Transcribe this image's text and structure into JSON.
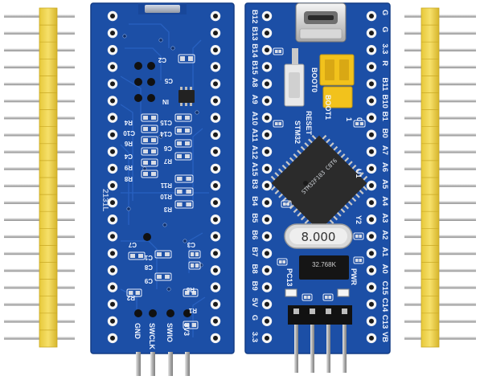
{
  "colors": {
    "pcb": "#1c4fa6",
    "pcb_dark": "#163f8a",
    "pin_plastic": "#f1d64a",
    "pin_metal": "#c9c9c9",
    "pad": "#f5f5f5",
    "silk": "#f2f6ff",
    "chip": "#2b2b2b",
    "jumper": "#f2c21c"
  },
  "left_board": {
    "labels": {
      "c2": "C2",
      "c5": "C5",
      "r4": "R4",
      "c10": "C10",
      "r6": "R6",
      "c4": "C4",
      "r9": "R9",
      "r8": "R8",
      "c15": "C15",
      "c14": "C14",
      "c6": "C6",
      "r7": "R7",
      "r11": "R11",
      "r10": "R10",
      "r3": "R3",
      "c7": "C7",
      "c3": "C3",
      "c8": "C8",
      "c1": "C1",
      "c9": "C9",
      "r2": "R2",
      "r5": "R5",
      "r1": "R1",
      "in": "IN",
      "date": "2131L",
      "gnd": "GND",
      "swclk": "SWCLK",
      "swio": "SWIO",
      "v33": "3V3"
    }
  },
  "right_board": {
    "left_pin_labels": [
      "B12",
      "B13",
      "B14",
      "B15",
      "A8",
      "A9",
      "A10",
      "A11",
      "A12",
      "A15",
      "B3",
      "B4",
      "B5",
      "B6",
      "B7",
      "B8",
      "B9",
      "5V",
      "G",
      "3.3"
    ],
    "right_pin_labels": [
      "G",
      "G",
      "3.3",
      "R",
      "B11",
      "B10",
      "B1",
      "B0",
      "A7",
      "A6",
      "A5",
      "A4",
      "A3",
      "A2",
      "A1",
      "A0",
      "C15",
      "C14",
      "C13",
      "VB"
    ],
    "boot0": "BOOT0",
    "boot1": "BOOT1",
    "reset": "RESET",
    "stm32": "STM32",
    "crystal": "8.000",
    "rtc_crystal": "32.768K",
    "pc13": "PC13",
    "pwr": "PWR",
    "y2": "Y2",
    "u1": "U1",
    "j1": "1",
    "j0": "0",
    "chip_text": "STM32F103 C8T6"
  }
}
